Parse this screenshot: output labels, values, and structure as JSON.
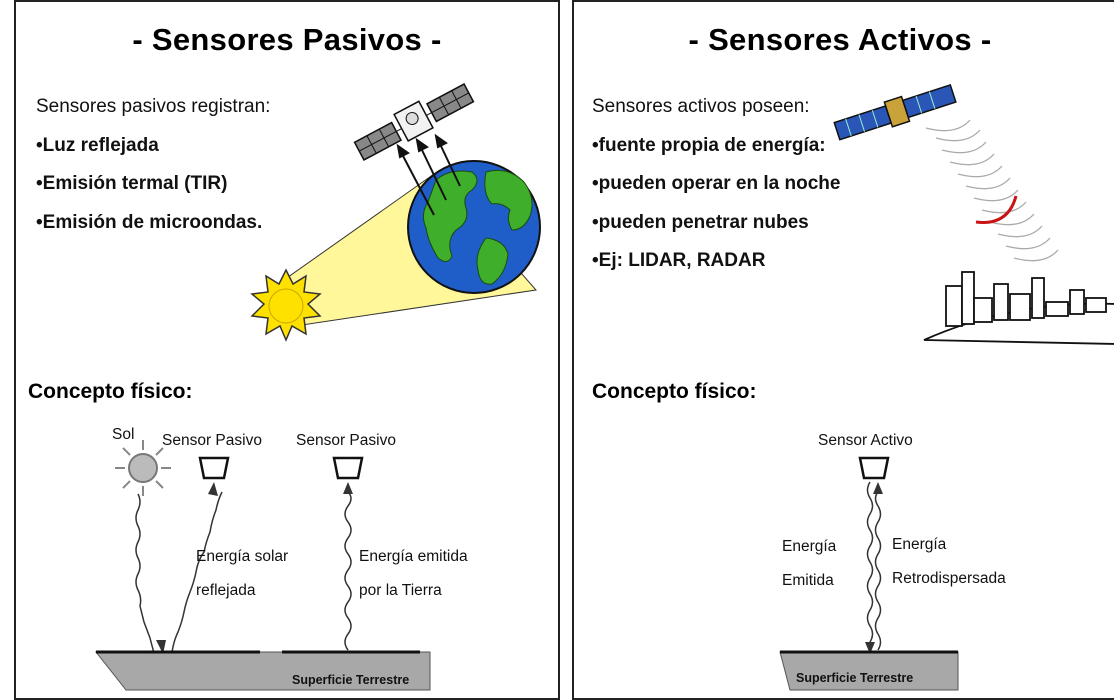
{
  "left": {
    "title": "- Sensores Pasivos -",
    "intro": "Sensores pasivos registran:",
    "bullets": [
      "•Luz reflejada",
      "•Emisión termal (TIR)",
      "•Emisión de microondas."
    ],
    "concept_title": "Concepto físico:",
    "diagram": {
      "sun_label": "Sol",
      "sensor1_label": "Sensor Pasivo",
      "sensor2_label": "Sensor Pasivo",
      "reflected_line1": "Energía solar",
      "reflected_line2": "reflejada",
      "emitted_line1": "Energía emitida",
      "emitted_line2": "por la Tierra",
      "surface_label": "Superficie Terrestre"
    }
  },
  "right": {
    "title": "- Sensores Activos -",
    "intro": "Sensores activos poseen:",
    "bullets": [
      "•fuente propia de energía:",
      "•pueden operar en la noche",
      "•pueden penetrar nubes",
      "•Ej: LIDAR, RADAR"
    ],
    "concept_title": "Concepto físico:",
    "diagram": {
      "sensor_label": "Sensor Activo",
      "emitted_line1": "Energía",
      "emitted_line2": "Emitida",
      "back_line1": "Energía",
      "back_line2": "Retrodispersada",
      "surface_label": "Superficie Terrestre"
    }
  },
  "colors": {
    "ocean": "#1f5ec8",
    "land": "#3fae2a",
    "sun": "#ffe100",
    "beam": "#fff79a",
    "surface": "#a8a8a8",
    "radar_arc": "#c81414"
  }
}
